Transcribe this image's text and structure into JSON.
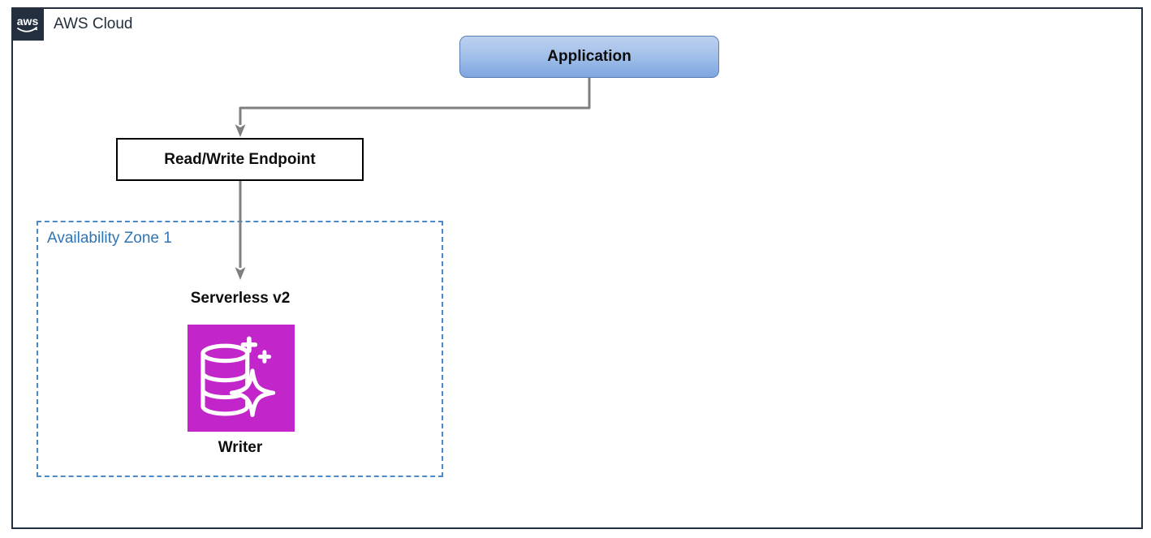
{
  "cloud": {
    "label": "AWS Cloud",
    "logo_text": "aws"
  },
  "nodes": {
    "application": {
      "label": "Application"
    },
    "endpoint": {
      "label": "Read/Write Endpoint"
    },
    "availability_zone": {
      "label": "Availability Zone 1"
    },
    "writer": {
      "title": "Serverless v2",
      "caption": "Writer",
      "icon": "aurora-serverless-v2-database-icon"
    }
  },
  "edges": [
    {
      "from": "application",
      "to": "endpoint"
    },
    {
      "from": "endpoint",
      "to": "writer"
    }
  ],
  "colors": {
    "frame": "#232f3e",
    "app_top": "#bdd1f0",
    "app_bottom": "#7ea6e0",
    "app_border": "#5b7fb5",
    "arrow": "#7f7f7f",
    "az_border": "#4a8ac9",
    "az_label": "#2e75b6",
    "icon_bg": "#c226ca"
  }
}
